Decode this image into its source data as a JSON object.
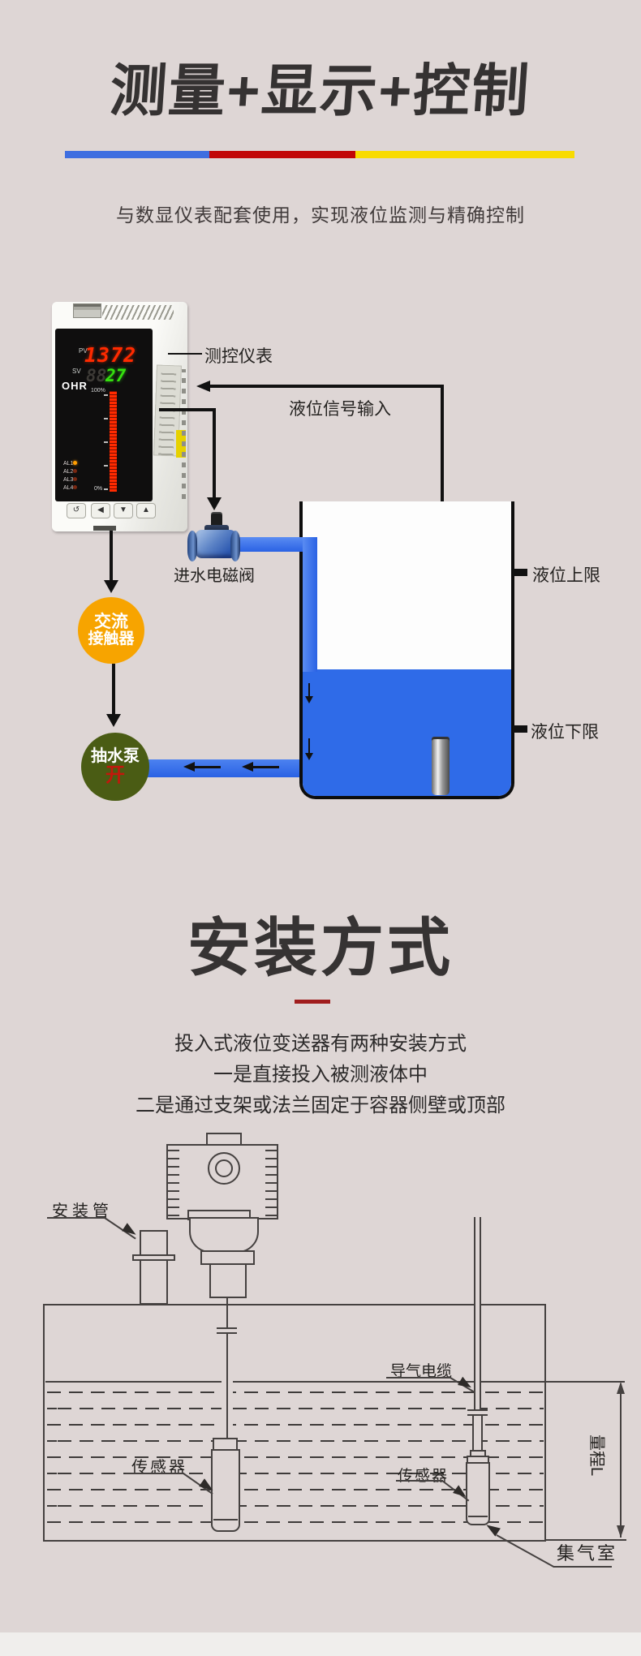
{
  "page": {
    "bg": "#ded6d5"
  },
  "hero": {
    "title": "测量+显示+控制",
    "subtitle": "与数显仪表配套使用，实现液位监测与精确控制",
    "bar_blue": "#3e6ee0",
    "bar_red": "#c10607",
    "bar_yellow": "#f8db00"
  },
  "meter": {
    "brand": "OHR",
    "pv_label": "PV",
    "pv_value": "1372",
    "sv_label": "SV",
    "sv_ghost": "88",
    "sv_value": "27",
    "scale_top": "100%",
    "scale_bottom": "0%",
    "alarms": [
      "AL1",
      "AL2",
      "AL3",
      "AL4"
    ],
    "buttons": [
      "↺",
      "◀",
      "▼",
      "▲"
    ]
  },
  "flow": {
    "meter_label": "测控仪表",
    "signal_label": "液位信号输入",
    "valve_label": "进水电磁阀",
    "upper_limit": "液位上限",
    "lower_limit": "液位下限",
    "contactor_line1": "交流",
    "contactor_line2": "接触器",
    "pump_label": "抽水泵",
    "pump_state": "开",
    "pipe_color": "#2f6be8",
    "contactor_color": "#f7a400",
    "pump_color": "#4a5c14",
    "pump_state_color": "#c2180c"
  },
  "install": {
    "title": "安装方式",
    "line1": "投入式液位变送器有两种安装方式",
    "line2": "一是直接投入被测液体中",
    "line3": "二是通过支架或法兰固定于容器侧壁或顶部"
  },
  "drawing": {
    "mount_pipe": "安装管",
    "sensor_left": "传感器",
    "air_cable": "导气电缆",
    "sensor_right": "传感器",
    "range_label": "量程L",
    "gas_chamber": "集气室"
  }
}
